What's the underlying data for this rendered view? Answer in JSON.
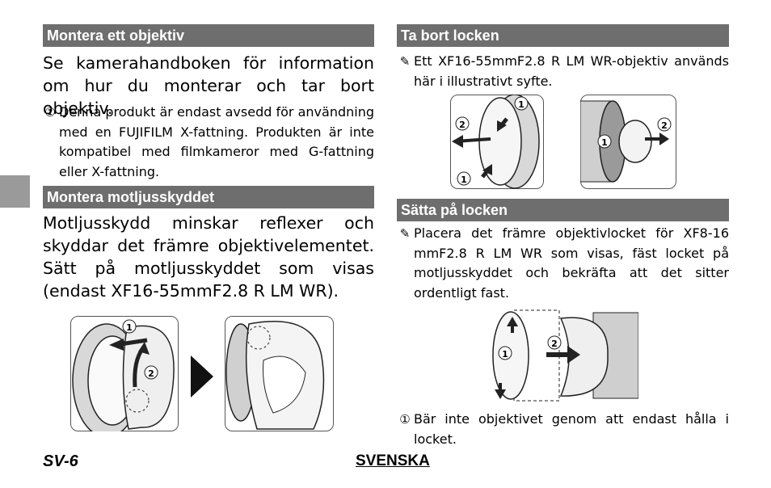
{
  "left": {
    "heading1": "Montera ett objektiv",
    "intro": "Se kamerahandboken för information om hur du monterar och tar bort objektiv.",
    "caution1": "Denna produkt är endast avsedd för an­vändning med en FUJIFILM X-fattning. Pro­dukten är inte kompatibel med filmkameror med G-fattning eller X-fattning.",
    "heading2": "Montera motljusskyddet",
    "hood_text": "Motljusskydd minskar reflexer och skyd­dar det främre objektivelementet. Sätt på motljusskyddet som visas (endast XF16-55mmF2.8 R LM WR).",
    "hood_steps": [
      "1",
      "2"
    ]
  },
  "right": {
    "heading1": "Ta bort locken",
    "note1": "Ett XF16-55mmF2.8 R LM WR-objektiv an­vänds här i illustrativt syfte.",
    "caps_steps": [
      "1",
      "2"
    ],
    "heading2": "Sätta på locken",
    "note2": "Placera det främre objektivlocket för XF8-16 mmF2.8 R LM WR som visas, fäst locket på motljusskyddet och bekräfta att det sitter ordentligt fast.",
    "put_steps": [
      "1",
      "2"
    ],
    "caution2": "Bär inte objektivet genom att endast hålla i locket."
  },
  "icons": {
    "caution": "caution-icon",
    "note": "note-icon"
  },
  "footer": {
    "page": "SV-6",
    "language": "SVENSKA"
  }
}
